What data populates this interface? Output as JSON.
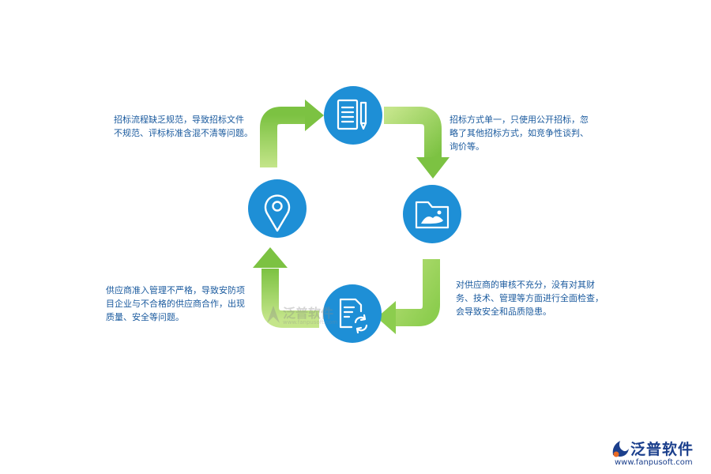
{
  "notes": {
    "top_left": "招标流程缺乏规范，导致招标文件\n不规范、评标标准含混不清等问题。",
    "top_right": "招标方式单一，只使用公开招标，忽\n略了其他招标方式，如竞争性谈判、\n询价等。",
    "bottom_right": "对供应商的审核不充分，没有对其财\n务、技术、管理等方面进行全面检查，\n会导致安全和品质隐患。",
    "bottom_left": "供应商准入管理不严格，导致安防项\n目企业与不合格的供应商合作，出现\n质量、安全等问题。"
  },
  "icons": {
    "top": "document-pencil-icon",
    "right": "folder-image-icon",
    "bottom": "document-refresh-icon",
    "left": "map-pin-icon"
  },
  "colors": {
    "circle": "#1e8fd6",
    "arrow_dark": "#7cc242",
    "arrow_light": "#c4e58a",
    "note_text": "#1a5a9e",
    "brand": "#1b3f8c",
    "brand_accent": "#e96b26"
  },
  "brand": {
    "name": "泛普软件",
    "url": "www.fanpusoft.com"
  }
}
